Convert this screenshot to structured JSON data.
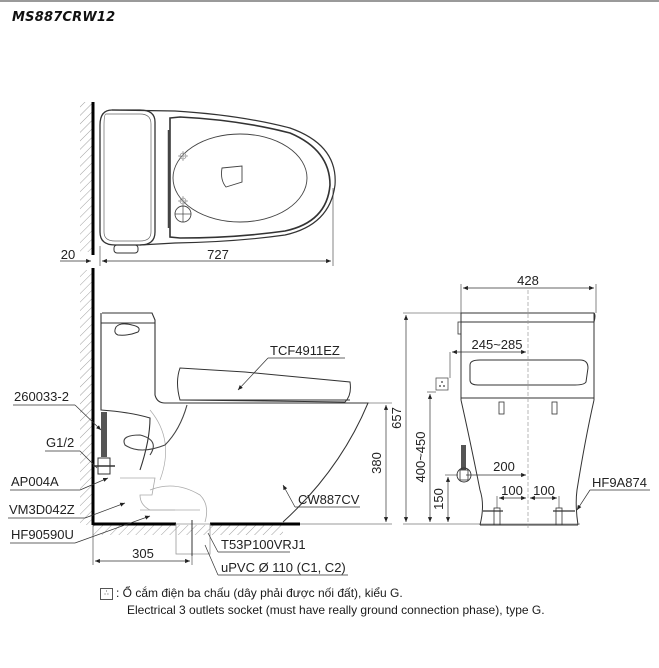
{
  "header": {
    "model": "MS887CRW12"
  },
  "top_view": {
    "dim_wall_gap": "20",
    "dim_length": "727"
  },
  "side_view": {
    "labels": {
      "seat": "TCF4911EZ",
      "bowl": "CW887CV",
      "hose": "260033-2",
      "thread": "G1/2",
      "valve": "AP004A",
      "supply": "VM3D042Z",
      "flange_bolt": "HF90590U",
      "outlet": "T53P100VRJ1",
      "pipe": "uPVC Ø 110 (C1, C2)"
    },
    "dim_seat_height": "380",
    "dim_rough_in": "305"
  },
  "front_view": {
    "labels": {
      "bolt": "HF9A874"
    },
    "dim_width": "428",
    "dim_outlet_offset": "245~285",
    "dim_total_height": "657",
    "dim_outlet_height": "400~450",
    "dim_supply_offset": "200",
    "dim_supply_height": "150",
    "dim_bolt_left": "100",
    "dim_bolt_right": "100"
  },
  "legend": {
    "symbol": "socket-icon",
    "line_vi": ": Ổ cắm điện ba chấu (dây phải được nối đất), kiểu G.",
    "line_en": "Electrical 3 outlets socket (must have really ground connection phase), type G."
  }
}
